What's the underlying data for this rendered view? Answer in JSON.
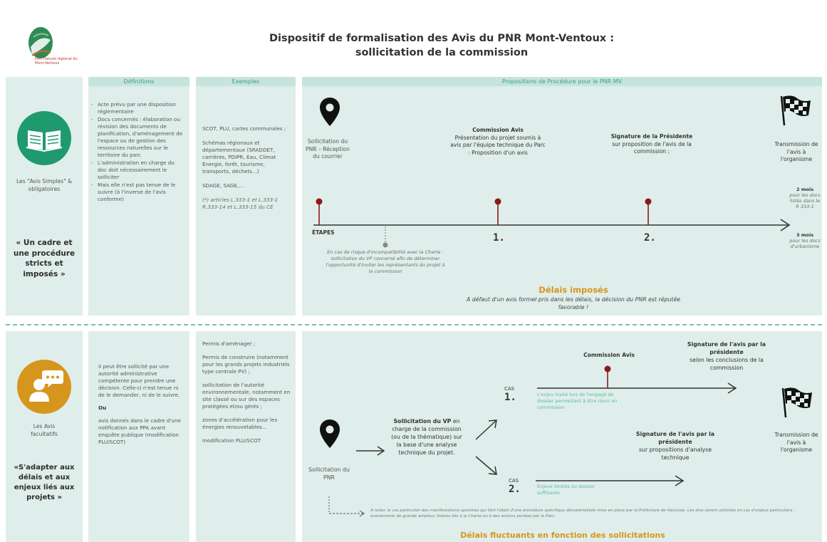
{
  "header": {
    "logo_text": "Parc naturel régional du Mont-Ventoux",
    "title_line1": "Dispositif de formalisation des Avis du PNR Mont-Ventoux :",
    "title_line2": "sollicitation de la commission"
  },
  "columns": {
    "definitions": "Définitions",
    "examples": "Exemples",
    "proposals": "Propositions de Procédure pour le PNR MV"
  },
  "top": {
    "type_label": "Les \"Avis Simples\" & obligatoires",
    "quote": "« Un cadre et une procédure stricts et imposés »",
    "definitions": [
      "Acte prévu par une disposition réglementaire",
      "Docs concernés : élaboration ou révision des documents de planification, d'aménagement de l'espace ou de gestion des ressources naturelles sur le territoire du parc",
      "L'administration en charge du doc doit nécessairement le solliciter",
      "Mais elle n'est pas tenue de le suivre (à l'inverse de l'avis conforme)"
    ],
    "examples": {
      "e1": "SCOT, PLU, cartes communales ;",
      "e2": "Schémas régionaux et départementaux (SRADDET, carrières, PDIPR, Eau, Climat Énergie, forêt, tourisme, transports, déchets...)",
      "e3": "SDAGE, SAGE,...",
      "e4": "(*) articles L.333-1 et L.333-1 R.333-14 et L.333-15 du CE"
    },
    "start_label": "Sollicitation du PNR – Réception du courrier",
    "commission_title": "Commission Avis",
    "commission_text": "Présentation du projet soumis à avis par l'équipe technique du Parc : Proposition d'un avis",
    "signature_title": "Signature de la Présidente",
    "signature_text": "sur proposition de l'avis de la commission ;",
    "transmission": "Transmission de l'avis à l'organisme",
    "etapes": "ÉTAPES",
    "step1": "1.",
    "step2": "2.",
    "delay1_title": "2 mois",
    "delay1_text": "pour les docs listés dans le R 333-1",
    "delay2_title": "3 mois",
    "delay2_text": "pour les docs d'urbanisme",
    "note": "En cas de risque d'incompatibilité avec la Charte : sollicitation du VP concerné afin de déterminer l'opportunité d'inviter les représentants du projet à la commission",
    "imposed_title": "Délais imposés",
    "imposed_text": "A défaut d'un avis formel pris dans les délais, la décision du PNR est réputée favorable !"
  },
  "bottom": {
    "type_label": "Les Avis facultatifs",
    "quote": "«S'adapter aux délais et aux enjeux liés aux projets »",
    "definition1": "Il peut être sollicité par une autorité administrative compétente pour prendre une décision. Celle-ci n'est tenue ni de le demander, ni de le suivre.",
    "definition_or": "Ou",
    "definition2": "avis donnés dans le cadre d'une notification aux PPA avant enquête publique (modification PLU/SCOT)",
    "examples": {
      "e1": "Permis d'aménager ;",
      "e2": "Permis de construire (notamment pour les grands projets industriels type centrale PV) ;",
      "e3": "sollicitation de l'autorité environnementale, notamment en site classé ou sur des espaces protégées et/ou gérés ;",
      "e4": "zones d'accélération pour les énergies renouvelables...",
      "e5": "modification PLU/SCOT"
    },
    "start_label": "Sollicitation du PNR",
    "vp_title": "Sollicitation du VP",
    "vp_text": "en charge de la commission (ou de la thématique) sur la base d'une analyse technique du projet.",
    "cas": "CAS",
    "cas1": "1.",
    "cas2": "2.",
    "commission_title": "Commission Avis",
    "sig1_title": "Signature de l'avis par la présidente",
    "sig1_text": "selon les conclusions de la commission",
    "sig2_title": "Signature de l'avis par la présidente",
    "sig2_text": "sur propositions d'analyse technique",
    "cas1_note": "L'enjeu traité lors de l'engagé de dossier permettant à être réuni en commission",
    "cas2_note": "Enjeux limités ou dossier suffisante",
    "transmission": "Transmission de l'avis à l'organisme",
    "footnote": "A noter, le cas particulier des manifestations sportives qui font l'objet d'une procédure spécifique dématérialisée mise en place par la Préfecture de Vaucluse. Les élus seront sollicités en cas d'enjeux particuliers : événements de grande ampleur, lisibles liés à la Charte ou à des actions portées par le Parc.",
    "fluct_title": "Délais fluctuants en fonction des sollicitations"
  },
  "colors": {
    "panel": "#dfeeea",
    "header_bar": "#c5e4dc",
    "green_circle": "#1f9a6e",
    "orange_circle": "#d6951c",
    "pin": "#8b1a1a",
    "accent": "#d6951c"
  },
  "icons": {
    "top_type": "open-book-icon",
    "bottom_type": "person-chat-icon",
    "location": "location-pin-icon",
    "finish": "checkered-flag-icon"
  }
}
